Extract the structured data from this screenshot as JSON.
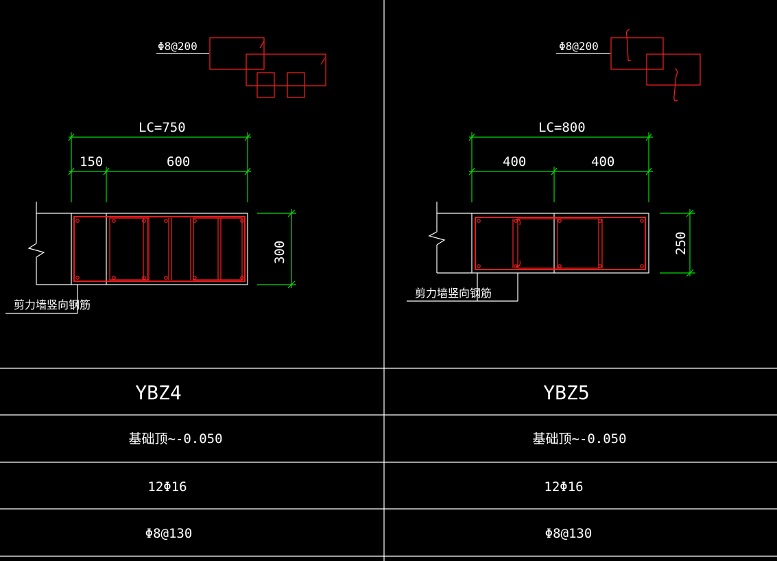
{
  "left": {
    "tie_label": "Φ8@200",
    "lc_label": "LC=750",
    "seg1": "150",
    "seg2": "600",
    "height_label": "300",
    "wall_note": "剪力墙竖向钢筋",
    "mark": "YBZ4",
    "elevation": "基础顶~-0.050",
    "longitudinal": "12Φ16",
    "stirrup": "Φ8@130"
  },
  "right": {
    "tie_label": "Φ8@200",
    "lc_label": "LC=800",
    "seg1": "400",
    "seg2": "400",
    "height_label": "250",
    "wall_note": "剪力墙竖向钢筋",
    "mark": "YBZ5",
    "elevation": "基础顶~-0.050",
    "longitudinal": "12Φ16",
    "stirrup": "Φ8@130"
  },
  "colors": {
    "background": "#000000",
    "lines": "#ffffff",
    "dimensions": "#00e000",
    "rebar": "#ff2020"
  }
}
